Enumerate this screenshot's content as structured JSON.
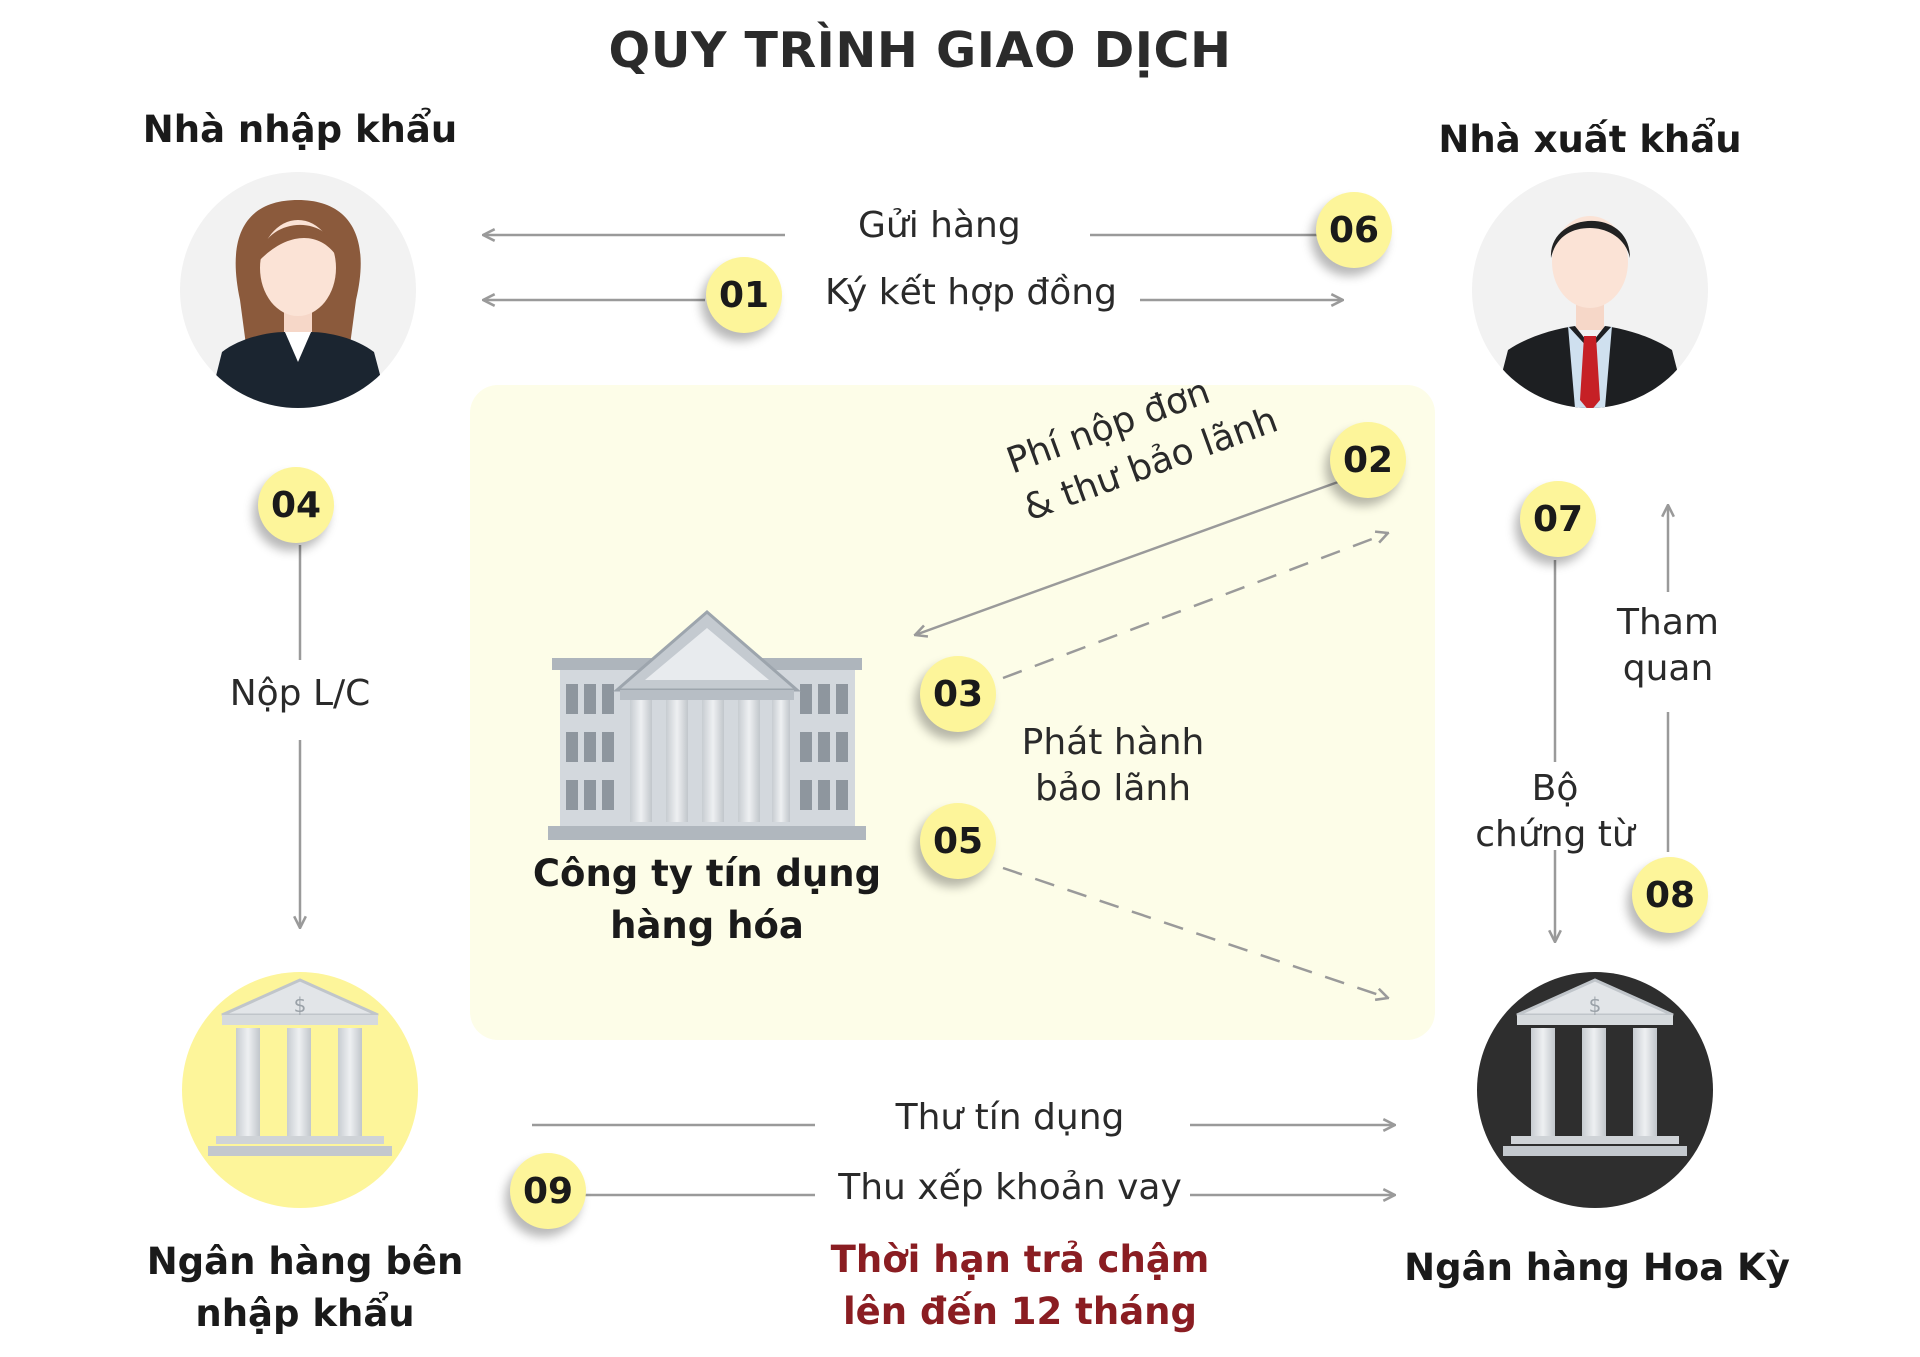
{
  "title": "QUY TRÌNH GIAO DỊCH",
  "actors": {
    "importer": "Nhà nhập khẩu",
    "exporter": "Nhà xuất khẩu",
    "credit_company": [
      "Công ty tín dụng",
      "hàng hóa"
    ],
    "importer_bank": [
      "Ngân hàng bên",
      "nhập khẩu"
    ],
    "us_bank": "Ngân hàng Hoa Kỳ"
  },
  "steps": {
    "s01": "01",
    "s02": "02",
    "s03": "03",
    "s04": "04",
    "s05": "05",
    "s06": "06",
    "s07": "07",
    "s08": "08",
    "s09": "09"
  },
  "labels": {
    "ship_goods": "Gửi hàng",
    "sign_contract": "Ký kết hợp đồng",
    "fee_line1": "Phí nộp đơn",
    "fee_line2": "& thư bảo lãnh",
    "issue_line1": "Phát hành",
    "issue_line2": "bảo lãnh",
    "submit_lc": "Nộp L/C",
    "visit_line1": "Tham",
    "visit_line2": "quan",
    "docs_line1": "Bộ",
    "docs_line2": "chứng từ",
    "letter_of_credit": "Thư tín dụng",
    "arrange_loan": "Thu xếp khoản vay"
  },
  "note": [
    "Thời hạn trả chậm",
    "lên đến 12 tháng"
  ],
  "colors": {
    "badge": "#fdf59a",
    "panel": "#fdfde8",
    "arrow": "#9a9a9a",
    "note": "#8a1d22",
    "dark_bank": "#2e2e2e"
  }
}
